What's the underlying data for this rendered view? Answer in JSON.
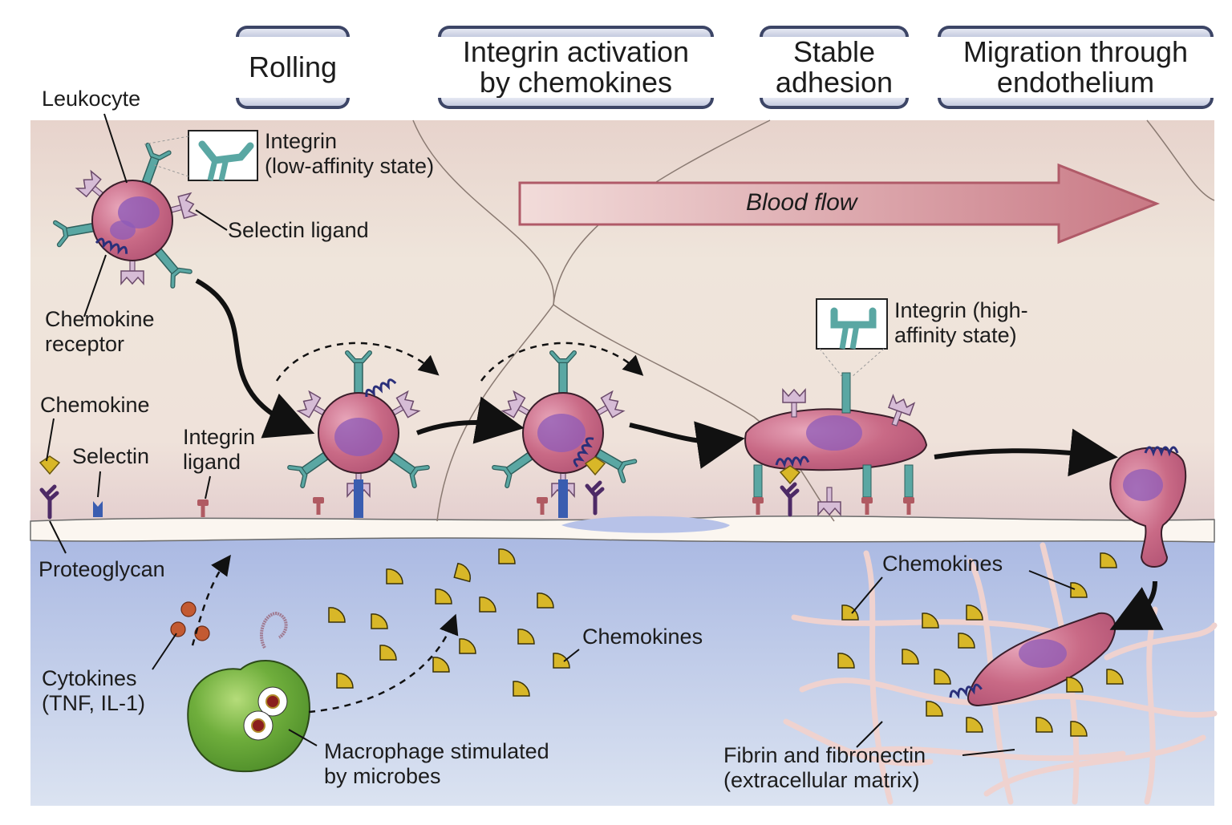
{
  "stages": [
    {
      "label": "Rolling"
    },
    {
      "label": "Integrin activation\nby chemokines"
    },
    {
      "label": "Stable\nadhesion"
    },
    {
      "label": "Migration through\nendothelium"
    }
  ],
  "labels": {
    "leukocyte": "Leukocyte",
    "integrin_low_line1": "Integrin",
    "integrin_low_line2": "(low-affinity state)",
    "selectin_ligand": "Selectin ligand",
    "chemokine_receptor_line1": "Chemokine",
    "chemokine_receptor_line2": "receptor",
    "chemokine": "Chemokine",
    "selectin": "Selectin",
    "integrin_ligand_line1": "Integrin",
    "integrin_ligand_line2": "ligand",
    "proteoglycan": "Proteoglycan",
    "cytokines_line1": "Cytokines",
    "cytokines_line2": "(TNF, IL-1)",
    "macrophage_line1": "Macrophage stimulated",
    "macrophage_line2": "by microbes",
    "chemokines_mid": "Chemokines",
    "integrin_high_line1": "Integrin (high-",
    "integrin_high_line2": "affinity state)",
    "chemokines_right": "Chemokines",
    "fibrin_line1": "Fibrin and fibronectin",
    "fibrin_line2": "(extracellular matrix)",
    "blood_flow": "Blood flow"
  },
  "colors": {
    "lumen_top": "#e9d8d2",
    "lumen_bottom": "#efe6dc",
    "tissue": "#b7c4e6",
    "endothelium": "#fbf6f0",
    "leukocyte": "#c96a86",
    "nucleus": "#8e5bb8",
    "integrin": "#5aa7a3",
    "selectin_ligand": "#d6bcd6",
    "chemokine": "#d8b728",
    "selectin": "#3a5db0",
    "integrin_ligand": "#b05a62",
    "proteoglycan": "#4d2a66",
    "macrophage": "#6aaa3a",
    "cytokine": "#c35a32",
    "fibrin": "#efd2cf",
    "arrow_blood": "#c97985"
  }
}
